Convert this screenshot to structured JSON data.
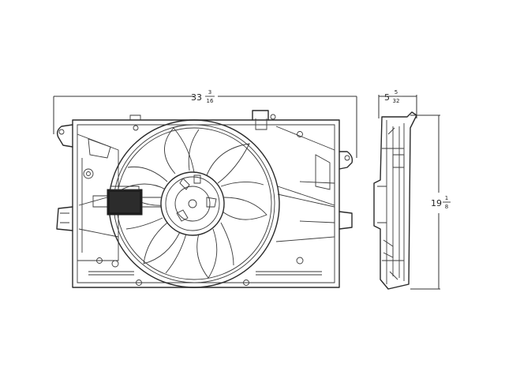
{
  "dimensions": {
    "width": {
      "whole": "33",
      "num": "3",
      "den": "16"
    },
    "depth": {
      "whole": "5",
      "num": "5",
      "den": "32"
    },
    "height": {
      "whole": "19",
      "num": "1",
      "den": "8"
    }
  },
  "colors": {
    "line": "#2a2a2a",
    "background": "#ffffff"
  }
}
